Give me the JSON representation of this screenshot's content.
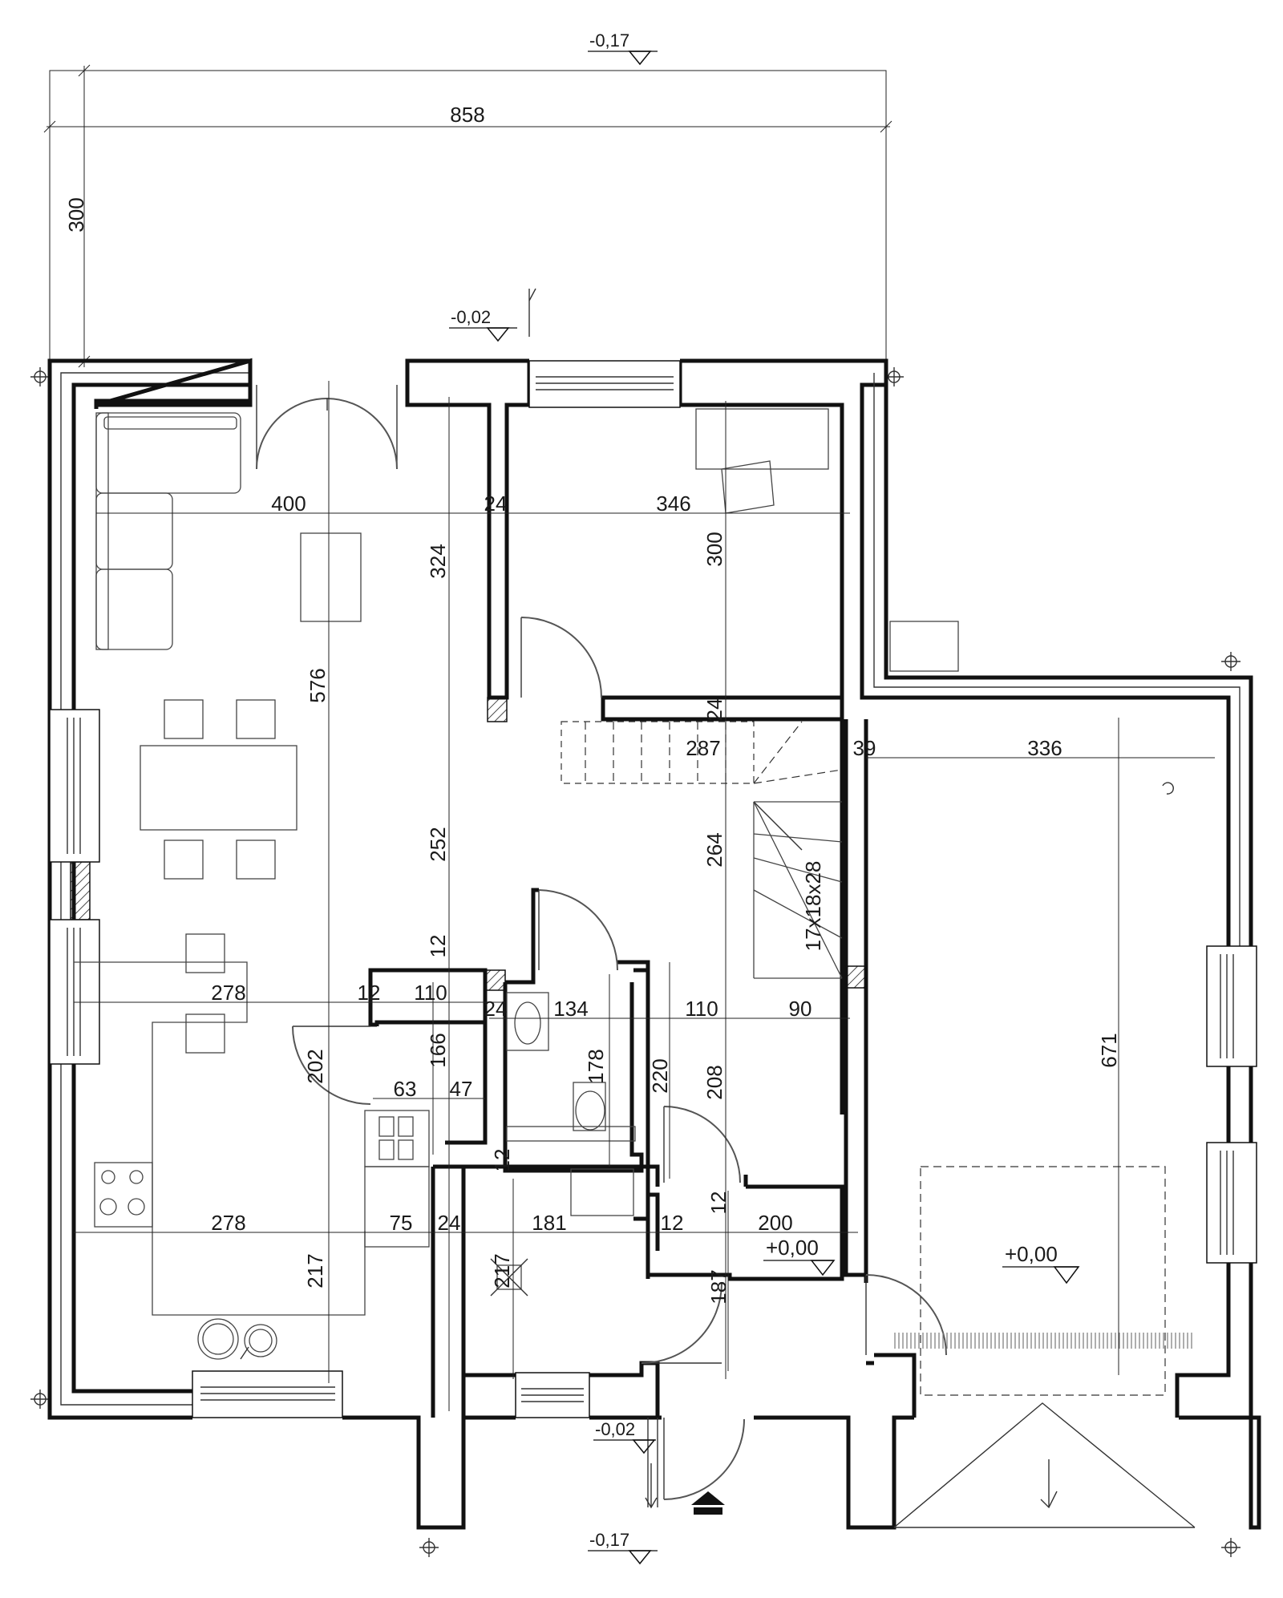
{
  "overall": {
    "width": "858",
    "terrace_depth": "300"
  },
  "levels": {
    "top": "-0,17",
    "terrace": "-0,02",
    "entrance": "-0,02",
    "bottom": "-0,17",
    "hall": "+0,00",
    "garage": "+0,00"
  },
  "stair_label": "17x18x28",
  "dimensions": {
    "living_width": "400",
    "wall_24_a": "24",
    "room_width": "346",
    "living_depth_upper": "324",
    "room_depth": "300",
    "living_total": "576",
    "wall_24_b": "24",
    "hall_width": "287",
    "wall_39": "39",
    "garage_width": "336",
    "hall_depth": "264",
    "living_mid": "252",
    "wall_12_a": "12",
    "kitchen_w1": "278",
    "wall_12_b": "12",
    "pantry_w": "110",
    "wall_24_c": "24",
    "bath_w": "134",
    "corridor_w1": "110",
    "corridor_w2": "90",
    "pantry_d": "166",
    "bath_d": "178",
    "wc_d": "220",
    "hall_d2": "208",
    "garage_depth": "671",
    "kitchen_d1": "202",
    "cab_63": "63",
    "cab_47": "47",
    "wall_12_c": "12",
    "kitchen_w2": "278",
    "fridge_w": "75",
    "wall_24_d": "24",
    "boiler_w": "181",
    "wall_12_d": "12",
    "entry_w": "200",
    "wall_12_e": "12",
    "kitchen_d2": "217",
    "boiler_d": "217",
    "entry_d": "187"
  },
  "icons": {
    "north": "north-arrow-icon",
    "entrance": "entrance-arrow-icon"
  }
}
